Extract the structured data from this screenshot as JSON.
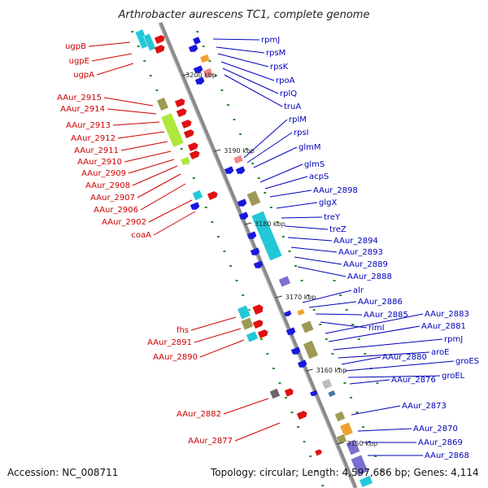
{
  "title": "Arthrobacter aurescens TC1, complete genome",
  "footer": {
    "accession": "Accession: NC_008711",
    "summary": "Topology: circular; Length: 4,597,686 bp; Genes: 4,114"
  },
  "ticks": [
    "3200 kbp",
    "3190 kbp",
    "3180 kbp",
    "3170 kbp",
    "3160 kbp",
    "3150 kbp"
  ],
  "left_labels": [
    "ugpB",
    "ugpE",
    "ugpA",
    "AAur_2915",
    "AAur_2914",
    "AAur_2913",
    "AAur_2912",
    "AAur_2911",
    "AAur_2910",
    "AAur_2909",
    "AAur_2908",
    "AAur_2907",
    "AAur_2906",
    "AAur_2902",
    "coaA",
    "fhs",
    "AAur_2891",
    "AAur_2890",
    "AAur_2882",
    "AAur_2877"
  ],
  "right_labels": [
    "rpmJ",
    "rpsM",
    "rpsK",
    "rpoA",
    "rplQ",
    "truA",
    "rplM",
    "rpsI",
    "glmM",
    "glmS",
    "acpS",
    "AAur_2898",
    "glgX",
    "treY",
    "treZ",
    "AAur_2894",
    "AAur_2893",
    "AAur_2889",
    "AAur_2888",
    "alr",
    "AAur_2886",
    "AAur_2885",
    "rimI",
    "AAur_2883",
    "AAur_2881",
    "rpmJ",
    "aroE",
    "AAur_2880",
    "groES",
    "groEL",
    "AAur_2876",
    "AAur_2873",
    "AAur_2870",
    "AAur_2869",
    "AAur_2868"
  ],
  "colors": {
    "backbone": "#8a8a8a",
    "forward_gene": "#e01010",
    "reverse_gene": "#1818dd",
    "label_left": "#cc0000",
    "label_right": "#0000bb",
    "dots": "#2e8b2e",
    "cyan": "#22c8d8",
    "olive": "#9c9a55",
    "lime": "#aee83a",
    "purple": "#7b6fd0",
    "orange": "#f0a030",
    "pink": "#f08888"
  }
}
